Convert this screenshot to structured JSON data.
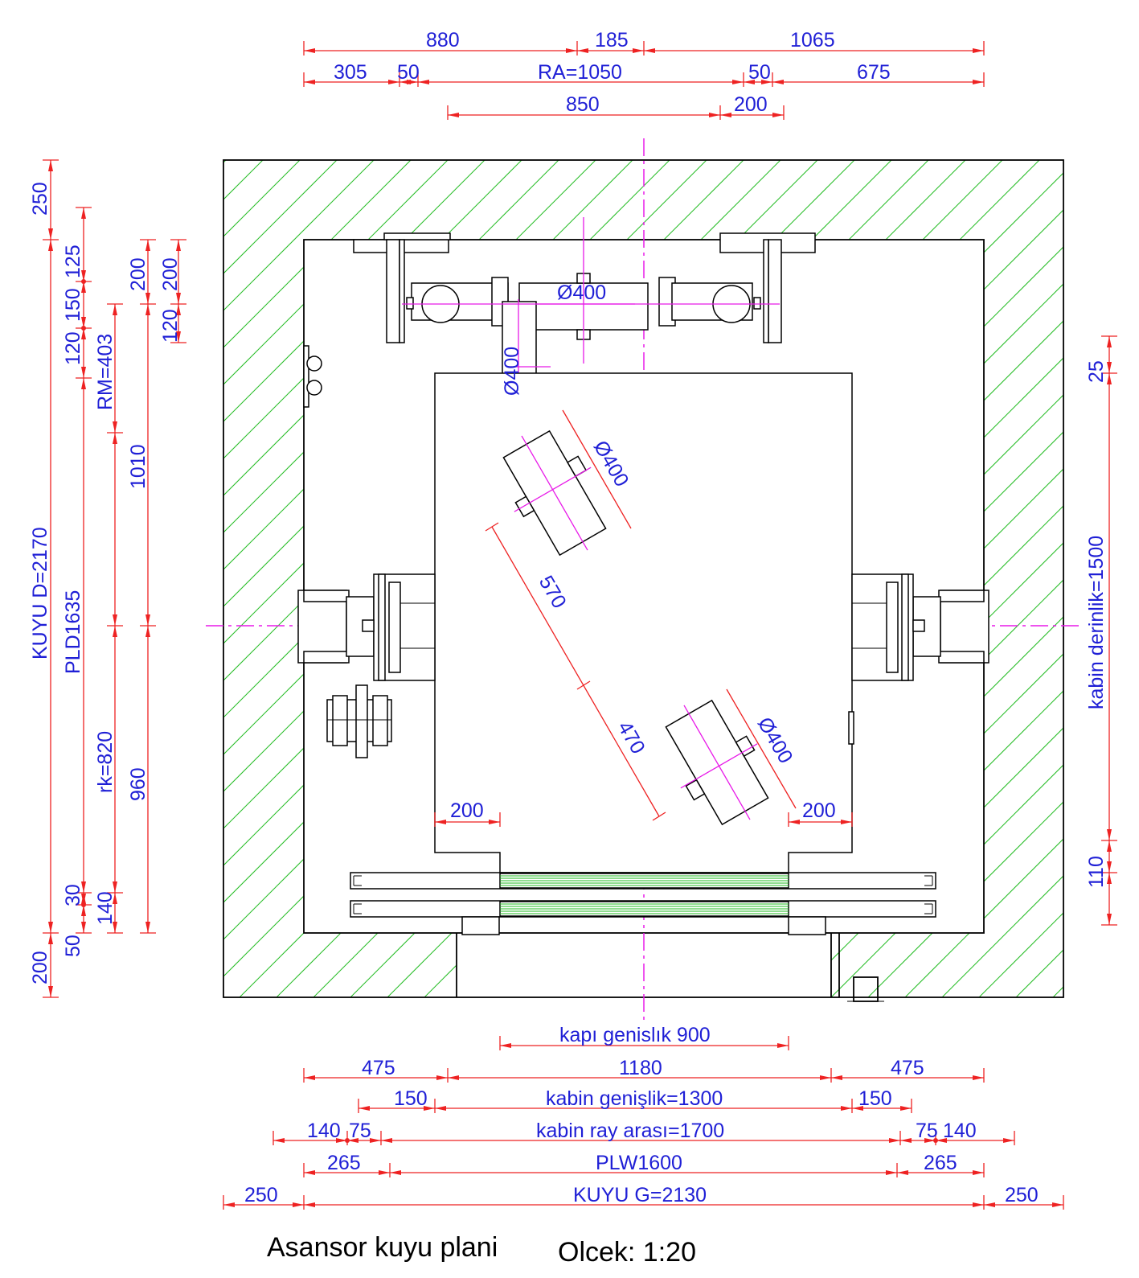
{
  "top_dims": {
    "r1": {
      "a": "880",
      "b": "185",
      "c": "1065"
    },
    "r2": {
      "a": "305",
      "b": "50",
      "c": "RA=1050",
      "d": "50",
      "e": "675"
    },
    "r3": {
      "a": "850",
      "b": "200"
    }
  },
  "left_dims": {
    "kuyu_d": "KUYU D=2170",
    "pld": "PLD1635",
    "d250": "250",
    "d125": "125",
    "d150": "150",
    "d120": "120",
    "rm": "RM=403",
    "rk": "rk=820",
    "d30": "30",
    "d140": "140",
    "d50": "50",
    "d200b": "200",
    "d200a": "200",
    "d1010": "1010",
    "d960": "960",
    "d200c": "200",
    "d120b": "120"
  },
  "right_dims": {
    "d25": "25",
    "kabin_derinlik": "kabin derinlik=1500",
    "d110": "110"
  },
  "inner_dims": {
    "d400_top": "Ø400",
    "d400_left": "Ø400",
    "d400_diag1": "Ø400",
    "d400_diag2": "Ø400",
    "d570": "570",
    "d470": "470",
    "d200_left": "200",
    "d200_right": "200"
  },
  "bottom_dims": {
    "kapi": "kapı genislık 900",
    "r1": {
      "a": "475",
      "b": "1180",
      "c": "475"
    },
    "r2": {
      "a": "150",
      "b": "kabin genişlik=1300",
      "c": "150"
    },
    "r3": {
      "a": "140",
      "b": "75",
      "c": "kabin  ray arası=1700",
      "d": "75",
      "e": "140"
    },
    "r4": {
      "a": "265",
      "b": "PLW1600",
      "c": "265"
    },
    "r5": {
      "a": "250",
      "b": "KUYU G=2130",
      "c": "250"
    }
  },
  "caption": {
    "title": "Asansor kuyu plani",
    "scale": "Olcek: 1:20"
  },
  "colors": {
    "dimension_text": "#1f1fd6",
    "dimension_line": "#ee2222",
    "centerline": "#e81ae8",
    "hatch": "#22bb22"
  }
}
